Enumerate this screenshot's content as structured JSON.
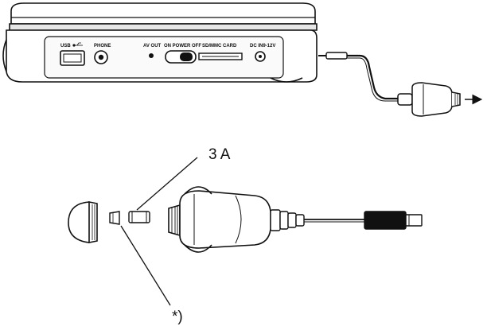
{
  "device_panel": {
    "usb_label": "USB",
    "phone_label": "PHONE",
    "av_out_label": "AV OUT",
    "power_label": "ON POWER OFF",
    "card_label": "SD/MMC CARD",
    "dc_label": "DC IN9-12V"
  },
  "callouts": {
    "fuse_rating": "3 A",
    "footnote_mark": "*)"
  },
  "icons": [
    "usb-icon",
    "arrow-right-icon"
  ]
}
